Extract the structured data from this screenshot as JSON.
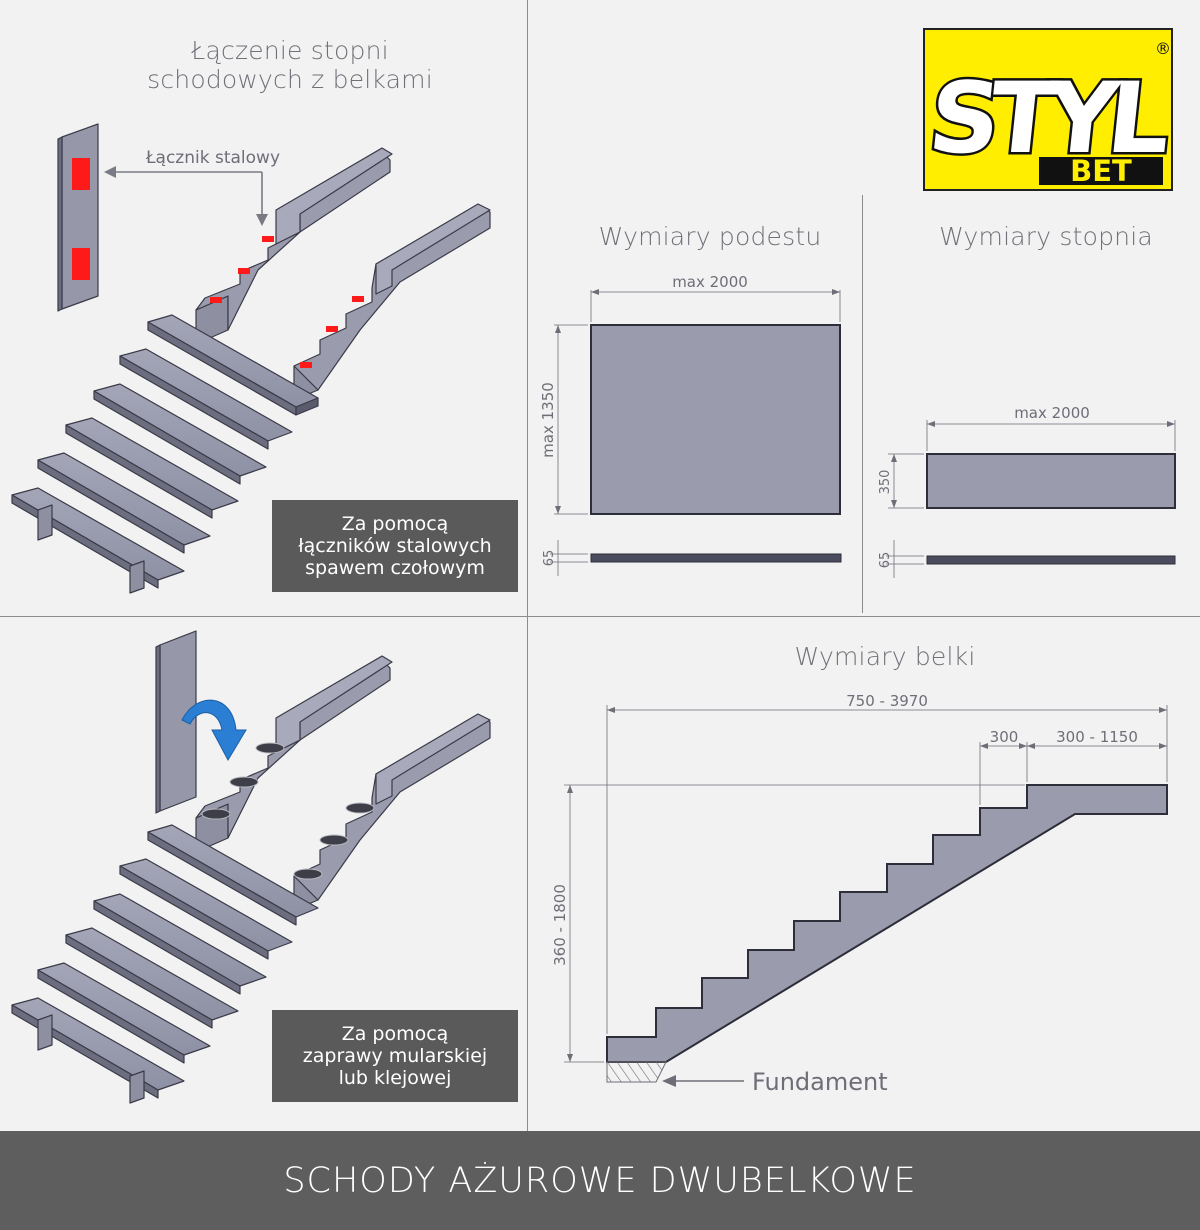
{
  "left_top": {
    "title_line1": "Łączenie stopni",
    "title_line2": "schodowych z belkami",
    "callout": "Łącznik stalowy",
    "note_line1": "Za pomocą",
    "note_line2": "łączników stalowych",
    "note_line3": "spawem czołowym"
  },
  "left_bottom": {
    "note_line1": "Za pomocą",
    "note_line2": "zaprawy mularskiej",
    "note_line3": "lub klejowej"
  },
  "logo": {
    "main": "STYL",
    "sub": "BET",
    "mark": "®"
  },
  "landing": {
    "title": "Wymiary podestu",
    "width_label": "max 2000",
    "depth_label": "max 1350",
    "thickness_label": "65"
  },
  "step": {
    "title": "Wymiary stopnia",
    "width_label": "max 2000",
    "depth_label": "350",
    "thickness_label": "65"
  },
  "beam": {
    "title": "Wymiary belki",
    "length_label": "750 - 3970",
    "step_label": "300",
    "top_label": "300 - 1150",
    "height_label": "360 - 1800",
    "foundation_label": "Fundament"
  },
  "footer": {
    "title": "SCHODY AŻUROWE DWUBELKOWE"
  },
  "colors": {
    "slab": "#9a9cae",
    "slab_edge": "#3a3a48",
    "steel": "#ff1a1a",
    "arrow_blue": "#2a7fd4",
    "footer": "#5e5e5e"
  }
}
